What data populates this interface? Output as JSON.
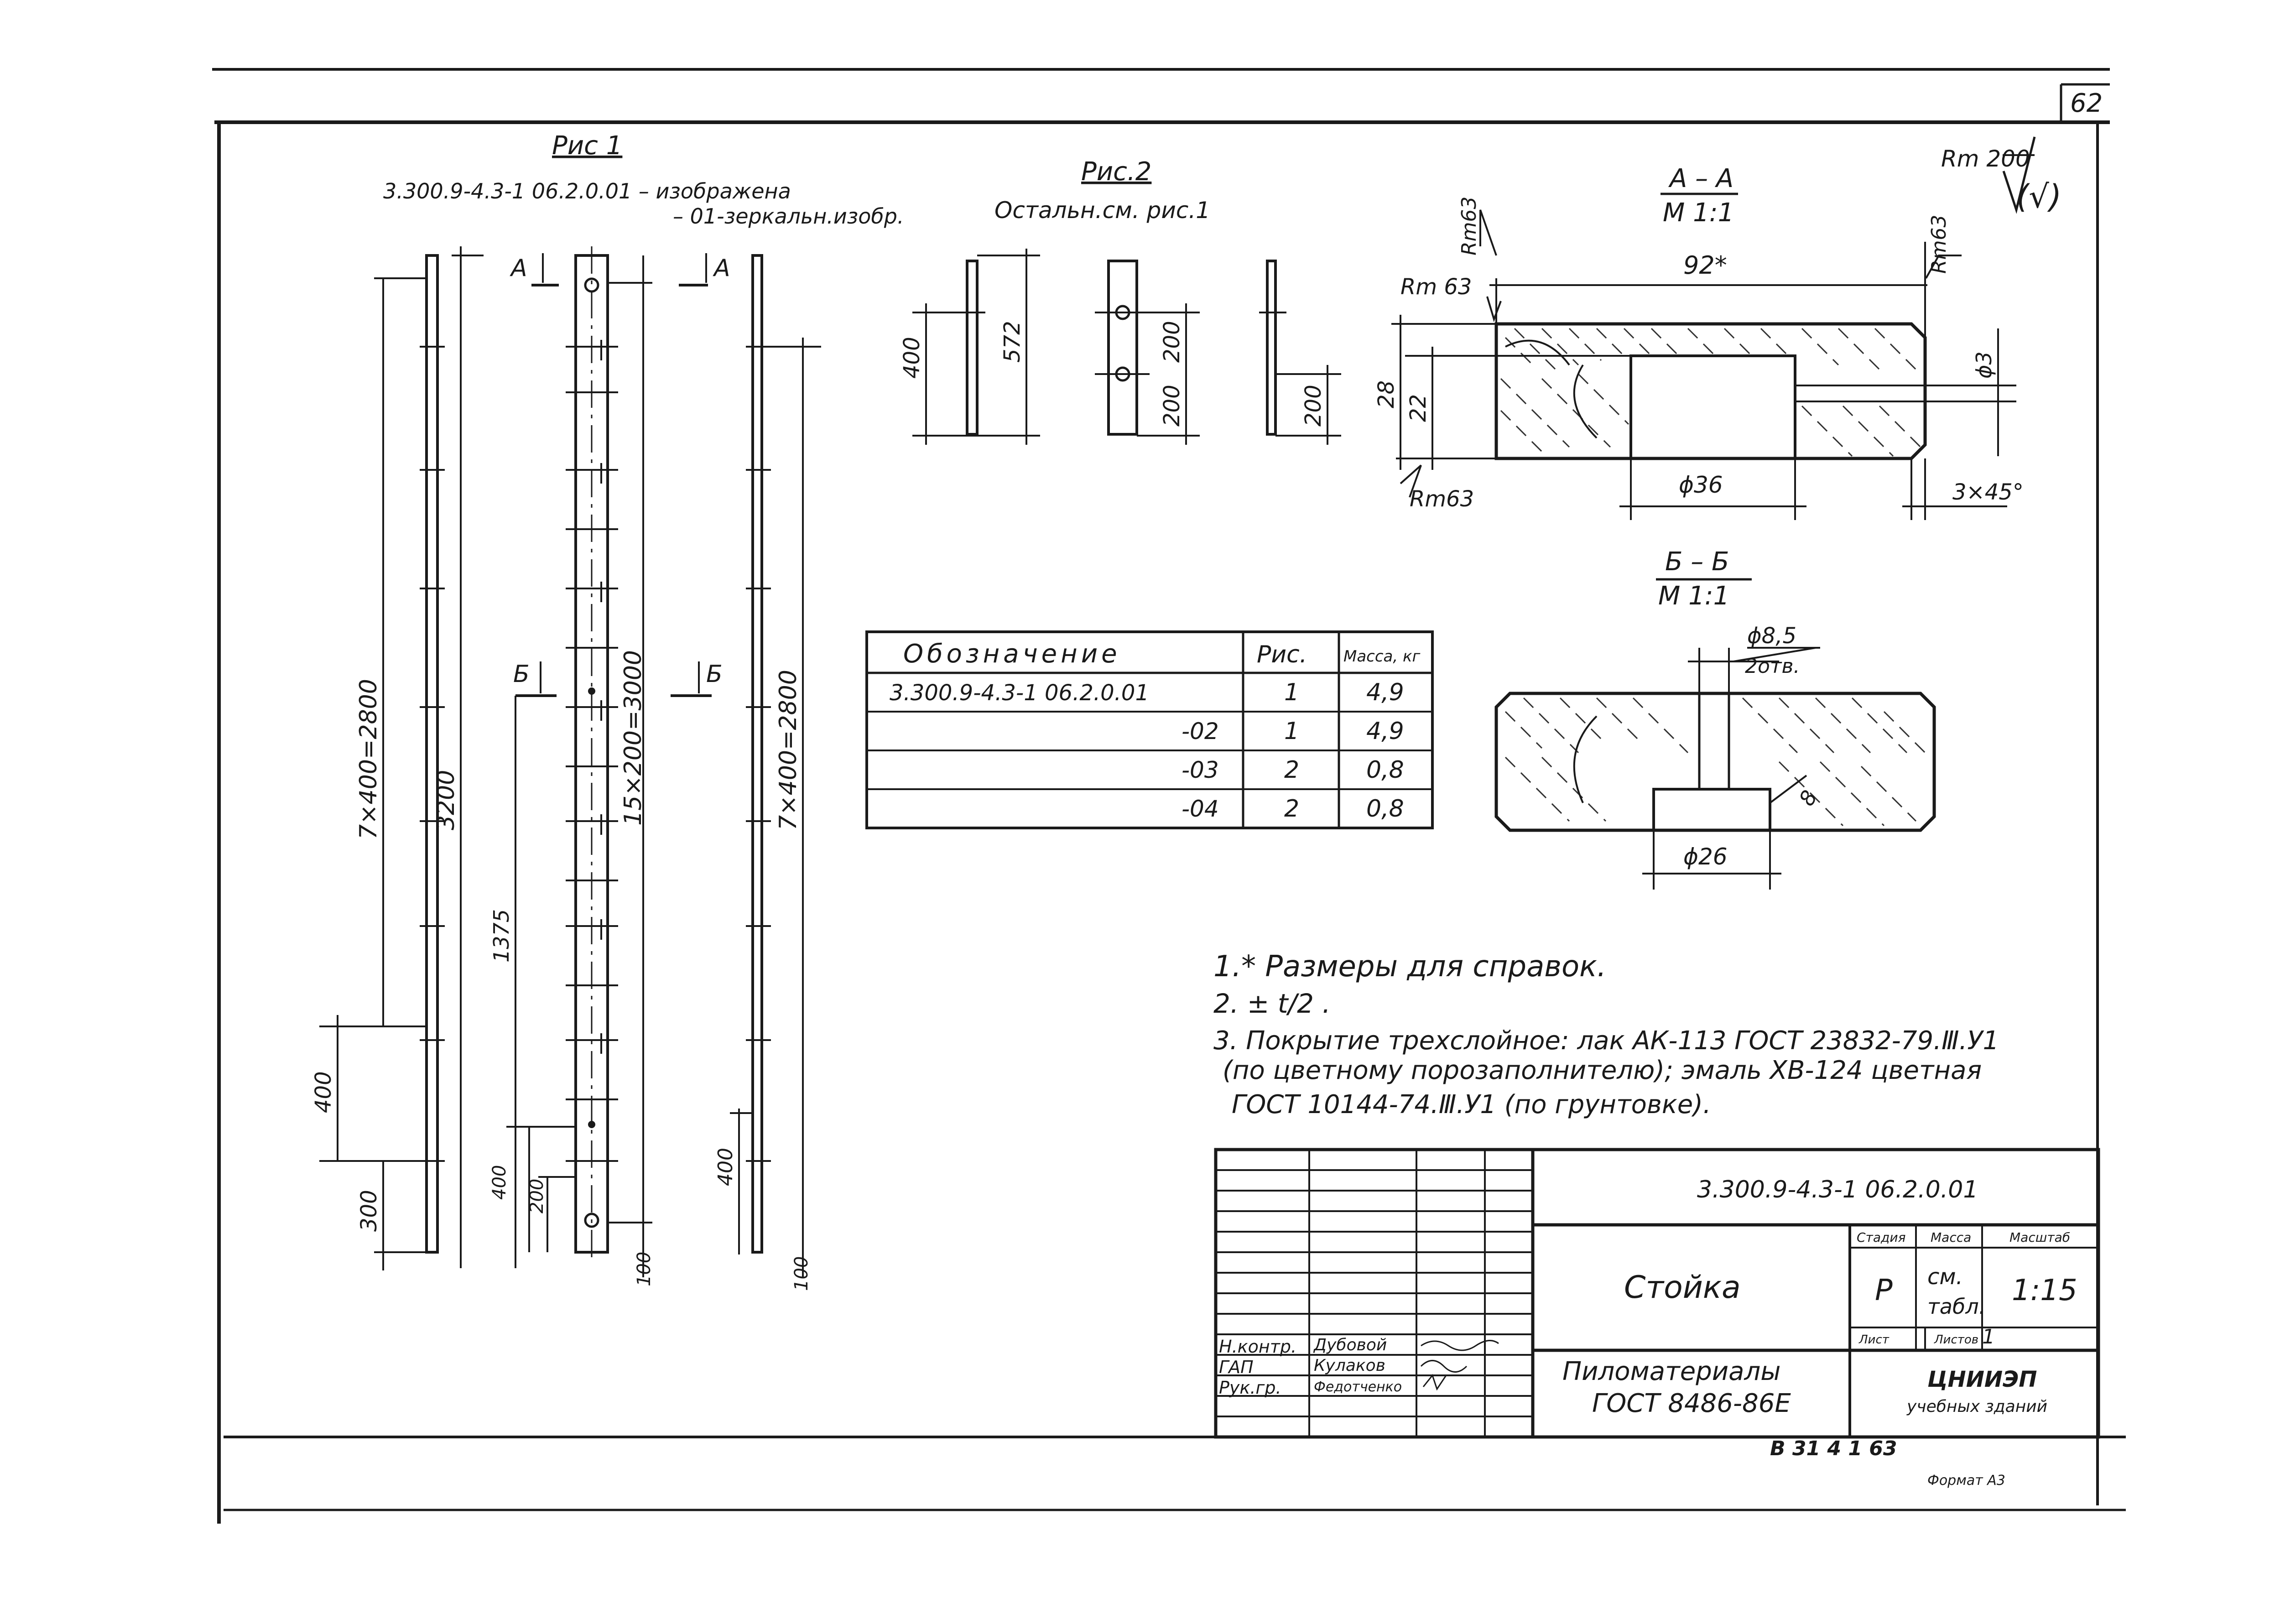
{
  "sheet": {
    "page_number": "62",
    "roughness": "Rm 200",
    "roughness_suffix": "(√)",
    "bottom_codes": "В 31   4 1   63",
    "format": "Формат А3"
  },
  "fig1": {
    "title": "Рис 1",
    "note_line1": "3.300.9-4.3-1 06.2.0.01 – изображена",
    "note_line2": "– 01-зеркальн.изобр.",
    "section_a": "А",
    "section_b": "Б",
    "dim_left_span": "7×400=2800",
    "dim_total": "3200",
    "dim_1375": "1375",
    "dim_center": "15×200=3000",
    "dim_right_span": "7×400=2800",
    "dim_400_left": "400",
    "dim_300": "300",
    "dim_400_mid": "400",
    "dim_200_mid": "200",
    "dim_100_mid": "100",
    "dim_400_right": "400",
    "dim_100_right": "100"
  },
  "fig2": {
    "title": "Рис.2",
    "subtitle": "Остальн.см. рис.1",
    "dim_400": "400",
    "dim_572": "572",
    "dim_200_a": "200",
    "dim_200_b": "200",
    "dim_200_c": "200"
  },
  "section_aa": {
    "title": "А – А",
    "scale": "М 1:1",
    "rm_top_left": "Rm63",
    "rm_top_right": "Rm63",
    "rm_left": "Rm 63",
    "rm_bottom": "Rm63",
    "dim_width": "92*",
    "dim_28": "28",
    "dim_22": "22",
    "dim_d36": "ϕ36",
    "dim_d3": "ϕ3",
    "dim_chamfer": "3×45°"
  },
  "section_bb": {
    "title": "Б – Б",
    "scale": "М 1:1",
    "dim_d85": "ϕ8,5",
    "dim_holes": "2отв.",
    "dim_d26": "ϕ26",
    "dim_8": "8"
  },
  "spec_table": {
    "headers": [
      "Обозначение",
      "Рис.",
      "Масса, кг"
    ],
    "rows": [
      [
        "3.300.9-4.3-1 06.2.0.01",
        "1",
        "4,9"
      ],
      [
        "-02",
        "1",
        "4,9"
      ],
      [
        "-03",
        "2",
        "0,8"
      ],
      [
        "-04",
        "2",
        "0,8"
      ]
    ]
  },
  "notes": [
    "1.* Размеры для справок.",
    "2. ± t/2 .",
    "3. Покрытие трехслойное: лак АК-113 ГОСТ 23832-79.Ⅲ.У1",
    "(по цветному порозаполнителю); эмаль ХВ-124 цветная",
    "ГОСТ 10144-74.Ⅲ.У1 (по грунтовке)."
  ],
  "title_block": {
    "doc_code": "3.300.9-4.3-1 06.2.0.01",
    "name": "Стойка",
    "material_line1": "Пиломатериалы",
    "material_line2": "ГОСТ 8486-86Е",
    "h_stage": "Стадия",
    "h_mass": "Масса",
    "h_scale": "Масштаб",
    "stage": "Р",
    "mass_line1": "см.",
    "mass_line2": "табл.",
    "scale": "1:15",
    "sheet_label": "Лист",
    "sheets_label": "Листов",
    "sheets_value": "1",
    "org_line1": "ЦНИИЭП",
    "org_line2": "учебных зданий",
    "roles": [
      "Н.контр.",
      "ГАП",
      "Рук.гр."
    ],
    "names": [
      "Дубовой",
      "Кулаков",
      "Федотченко"
    ]
  }
}
